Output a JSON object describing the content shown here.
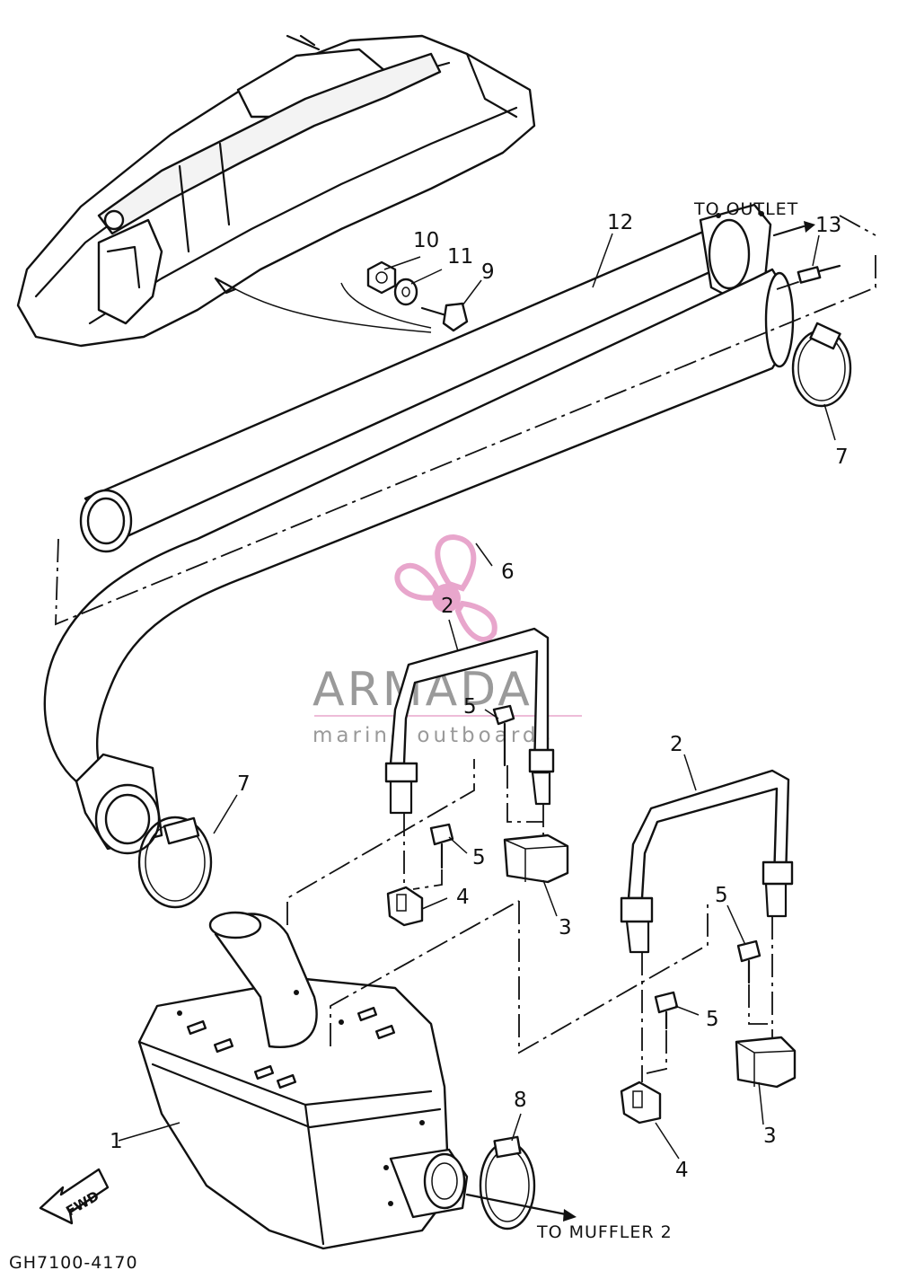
{
  "diagram": {
    "code": "GH7100-4170",
    "captions": {
      "to_outlet": "TO OUTLET",
      "to_muffler": "TO MUFFLER 2",
      "fwd": "FWD"
    },
    "callouts": {
      "c1": "1",
      "c2a": "2",
      "c2b": "2",
      "c3a": "3",
      "c3b": "3",
      "c4a": "4",
      "c4b": "4",
      "c5a": "5",
      "c5b": "5",
      "c5c": "5",
      "c5d": "5",
      "c6": "6",
      "c7a": "7",
      "c7b": "7",
      "c8": "8",
      "c9": "9",
      "c10": "10",
      "c11": "11",
      "c12": "12",
      "c13": "13"
    }
  },
  "watermark": {
    "brand": "ARMADA",
    "tagline": "marine outboards",
    "colors": {
      "pink": "#e8a6cc",
      "text": "#9a9a9a"
    }
  }
}
